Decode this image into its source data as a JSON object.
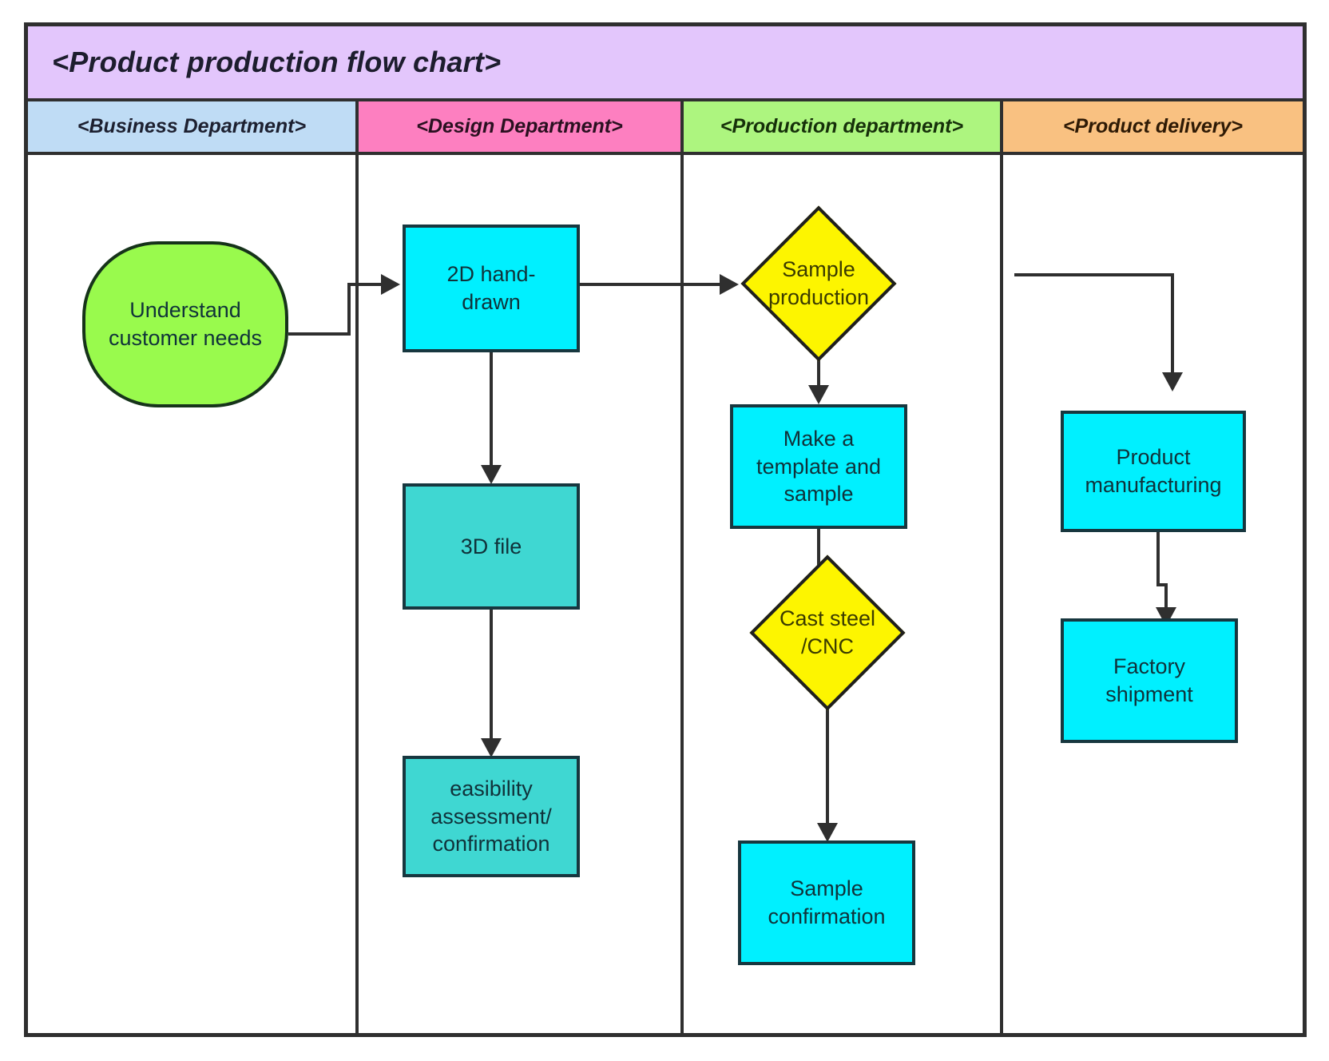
{
  "title": "<Product production flow chart>",
  "lanes": [
    {
      "id": "business",
      "label": "<Business Department>",
      "color": "#bfdcf5"
    },
    {
      "id": "design",
      "label": "<Design Department>",
      "color": "#fd7fc0"
    },
    {
      "id": "production",
      "label": "<Production department>",
      "color": "#adf57f"
    },
    {
      "id": "delivery",
      "label": "<Product delivery>",
      "color": "#f9c181"
    }
  ],
  "chart_data": {
    "type": "diagram",
    "diagram_kind": "swimlane-flowchart",
    "title": "<Product production flow chart>",
    "lanes": [
      "<Business Department>",
      "<Design Department>",
      "<Production department>",
      "<Product delivery>"
    ],
    "nodes": [
      {
        "id": "understand",
        "lane": "<Business Department>",
        "label": "Understand customer needs",
        "shape": "stadium",
        "fill": "#99fa4d"
      },
      {
        "id": "hand2d",
        "lane": "<Design Department>",
        "label": "2D hand-drawn",
        "shape": "rectangle",
        "fill": "#00f0ff"
      },
      {
        "id": "file3d",
        "lane": "<Design Department>",
        "label": "3D file",
        "shape": "rectangle",
        "fill": "#3fd7d2"
      },
      {
        "id": "feasibility",
        "lane": "<Design Department>",
        "label": "easibility assessment/ confirmation",
        "shape": "rectangle",
        "fill": "#3fd7d2"
      },
      {
        "id": "sampleprod",
        "lane": "<Production department>",
        "label": "Sample production",
        "shape": "diamond",
        "fill": "#fdf500"
      },
      {
        "id": "template",
        "lane": "<Production department>",
        "label": "Make a template and sample",
        "shape": "rectangle",
        "fill": "#00f0ff"
      },
      {
        "id": "caststeel",
        "lane": "<Production department>",
        "label": "Cast steel /CNC",
        "shape": "diamond",
        "fill": "#fdf500"
      },
      {
        "id": "sampleconfirm",
        "lane": "<Production department>",
        "label": "Sample confirmation",
        "shape": "rectangle",
        "fill": "#00f0ff"
      },
      {
        "id": "manufacturing",
        "lane": "<Product delivery>",
        "label": "Product manufacturing",
        "shape": "rectangle",
        "fill": "#00f0ff"
      },
      {
        "id": "shipment",
        "lane": "<Product delivery>",
        "label": "Factory shipment",
        "shape": "rectangle",
        "fill": "#00f0ff"
      }
    ],
    "edges": [
      {
        "from": "understand",
        "to": "hand2d",
        "label": ""
      },
      {
        "from": "hand2d",
        "to": "file3d",
        "label": ""
      },
      {
        "from": "file3d",
        "to": "feasibility",
        "label": ""
      },
      {
        "from": "hand2d",
        "to": "sampleprod",
        "label": ""
      },
      {
        "from": "sampleprod",
        "to": "template",
        "label": ""
      },
      {
        "from": "template",
        "to": "caststeel",
        "label": ""
      },
      {
        "from": "caststeel",
        "to": "sampleconfirm",
        "label": ""
      },
      {
        "from": "sampleconfirm",
        "to": "manufacturing",
        "label": ""
      },
      {
        "from": "manufacturing",
        "to": "shipment",
        "label": ""
      }
    ]
  },
  "nodes": {
    "understand": {
      "label": "Understand customer needs"
    },
    "hand2d_l1": {
      "label": "2D hand-"
    },
    "hand2d_l2": {
      "label": "drawn"
    },
    "file3d": {
      "label": "3D file"
    },
    "feas_l1": {
      "label": "easibility"
    },
    "feas_l2": {
      "label": "assessment/"
    },
    "feas_l3": {
      "label": "confirmation"
    },
    "sampleprod_l1": {
      "label": "Sample"
    },
    "sampleprod_l2": {
      "label": "production"
    },
    "template_l1": {
      "label": "Make a"
    },
    "template_l2": {
      "label": "template and"
    },
    "template_l3": {
      "label": "sample"
    },
    "cast_l1": {
      "label": "Cast steel"
    },
    "cast_l2": {
      "label": "/CNC"
    },
    "confirm_l1": {
      "label": "Sample"
    },
    "confirm_l2": {
      "label": "confirmation"
    },
    "manu_l1": {
      "label": "Product"
    },
    "manu_l2": {
      "label": "manufacturing"
    },
    "ship_l1": {
      "label": "Factory"
    },
    "ship_l2": {
      "label": "shipment"
    }
  },
  "colors": {
    "title_band": "#e3c6fc",
    "cyan": "#00f0ff",
    "teal": "#3fd7d2",
    "green": "#99fa4d",
    "yellow": "#fdf500",
    "stroke": "#2f2f2f"
  }
}
